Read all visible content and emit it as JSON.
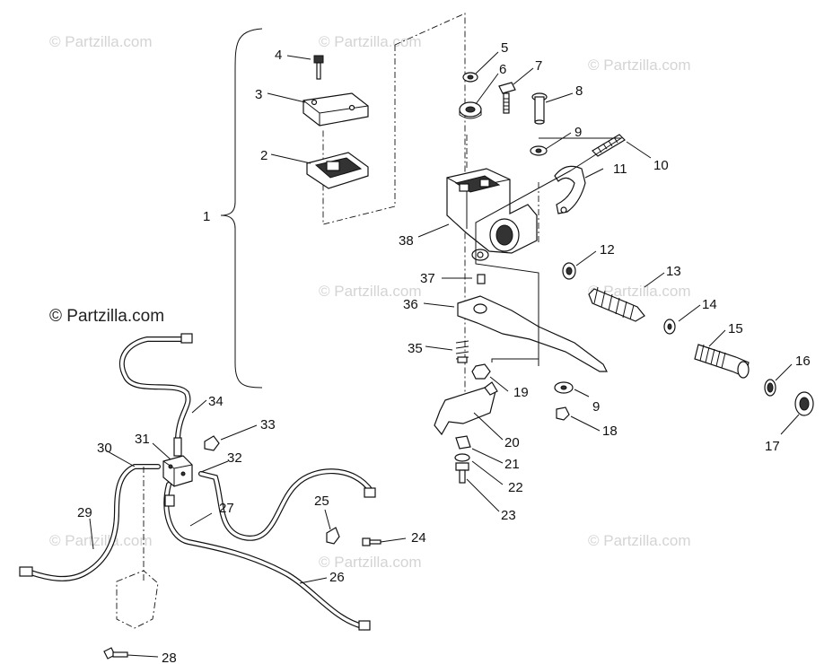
{
  "watermarks": {
    "repeated_text": "© Partzilla.com",
    "main_text": "© Partzilla.com"
  },
  "callouts": {
    "c1": "1",
    "c2": "2",
    "c3": "3",
    "c4": "4",
    "c5": "5",
    "c6": "6",
    "c7": "7",
    "c8": "8",
    "c9a": "9",
    "c9b": "9",
    "c10": "10",
    "c11": "11",
    "c12": "12",
    "c13": "13",
    "c14": "14",
    "c15": "15",
    "c16": "16",
    "c17": "17",
    "c18": "18",
    "c19": "19",
    "c20": "20",
    "c21": "21",
    "c22": "22",
    "c23": "23",
    "c24": "24",
    "c25": "25",
    "c26": "26",
    "c27": "27",
    "c28": "28",
    "c29": "29",
    "c30": "30",
    "c31": "31",
    "c32": "32",
    "c33": "33",
    "c34": "34",
    "c35": "35",
    "c36": "36",
    "c37": "37",
    "c38": "38"
  }
}
